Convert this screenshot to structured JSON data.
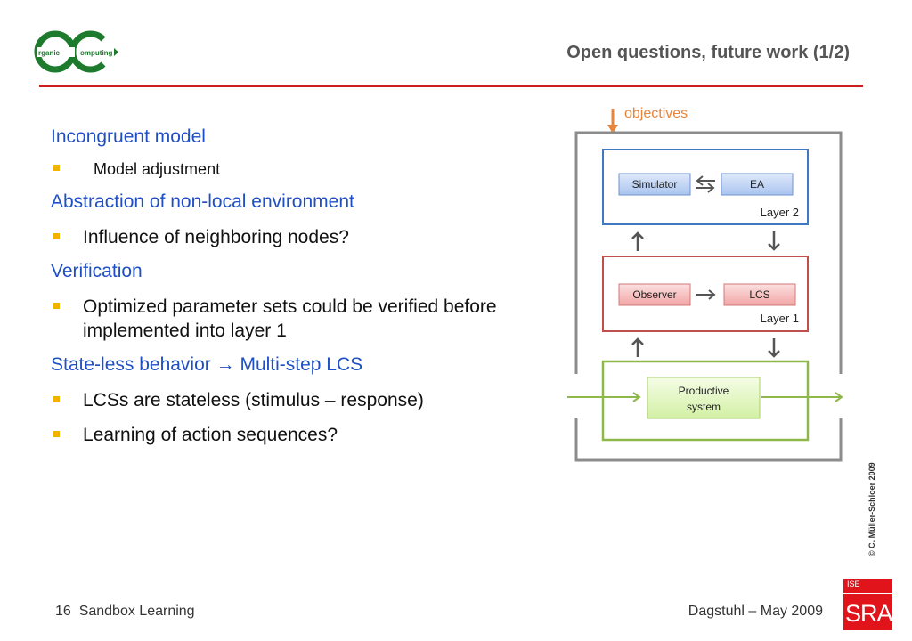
{
  "logo": {
    "left_text": "rganic",
    "right_text": "omputing"
  },
  "slide_title": "Open questions, future work (1/2)",
  "sections": [
    {
      "heading": "Incongruent model",
      "bullets": [
        "Model adjustment"
      ]
    },
    {
      "heading": "Abstraction of non-local environment",
      "bullets": [
        "Influence of neighboring nodes?"
      ]
    },
    {
      "heading": "Verification",
      "bullets": [
        "Optimized parameter sets could be verified before implemented into layer 1"
      ]
    },
    {
      "heading_prefix": "State-less behavior",
      "heading_arrow": "→",
      "heading_suffix": "Multi-step LCS",
      "bullets": [
        "LCSs are stateless (stimulus – response)",
        "Learning of action sequences?"
      ]
    }
  ],
  "diagram": {
    "objectives_label": "objectives",
    "layer2": {
      "label": "Layer 2",
      "box_left": "Simulator",
      "box_right": "EA"
    },
    "layer1": {
      "label": "Layer 1",
      "box_left": "Observer",
      "box_right": "LCS"
    },
    "productive": {
      "line1": "Productive",
      "line2": "system"
    }
  },
  "copyright": "© C. Müller-Schloer 2009",
  "footer": {
    "page_number": "16",
    "left_text": "Sandbox Learning",
    "right_text": "Dagstuhl – May 2009"
  },
  "sra_logo": {
    "top_text": "ISE",
    "main_text": "SRA"
  },
  "colors": {
    "title_rule": "#cc1f1f",
    "heading": "#1f4fc4",
    "bullet": "#f0b400",
    "layer2": "#3f79c0",
    "layer1": "#c0504d",
    "productive": "#8fb84a",
    "objectives": "#e8853a"
  }
}
